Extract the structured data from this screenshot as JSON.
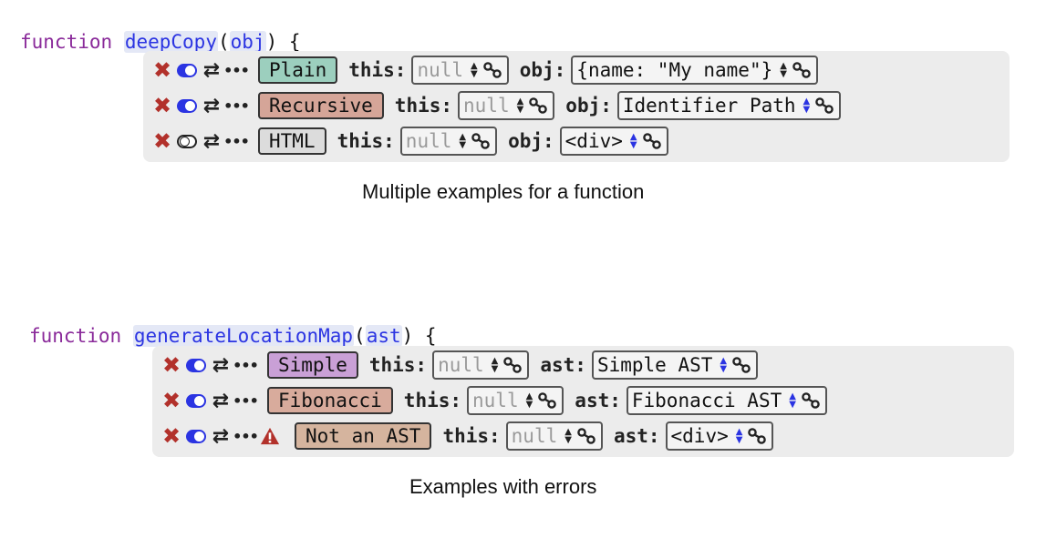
{
  "section1": {
    "keyword": "function",
    "function_name": "deepCopy",
    "param": "obj",
    "open_paren": "(",
    "close": ") {",
    "param_label": "obj:",
    "this_label": "this:",
    "caption": "Multiple examples for a function",
    "rows": [
      {
        "enabled": true,
        "name": "Plain",
        "chip_color": "#9ccfbe",
        "this_value": "null",
        "arg_value": "{name: \"My name\"}",
        "arg_arrow_color": "dark"
      },
      {
        "enabled": true,
        "name": "Recursive",
        "chip_color": "#d5a598",
        "this_value": "null",
        "arg_value": "Identifier Path",
        "arg_arrow_color": "blue"
      },
      {
        "enabled": false,
        "name": "HTML",
        "chip_color": "#dcdcdc",
        "this_value": "null",
        "arg_value": "<div>",
        "arg_arrow_color": "blue"
      }
    ]
  },
  "section2": {
    "keyword": "function",
    "function_name": "generateLocationMap",
    "param": "ast",
    "open_paren": "(",
    "close": ") {",
    "param_label": "ast:",
    "this_label": "this:",
    "caption": "Examples with errors",
    "rows": [
      {
        "enabled": true,
        "error": false,
        "name": "Simple",
        "chip_color": "#c9a0d6",
        "this_value": "null",
        "arg_value": "Simple AST",
        "arg_arrow_color": "blue"
      },
      {
        "enabled": true,
        "error": false,
        "name": "Fibonacci",
        "chip_color": "#d8ab9c",
        "this_value": "null",
        "arg_value": "Fibonacci AST",
        "arg_arrow_color": "blue"
      },
      {
        "enabled": true,
        "error": true,
        "name": "Not an AST",
        "chip_color": "#d5b49e",
        "this_value": "null",
        "arg_value": "<div>",
        "arg_arrow_color": "blue"
      }
    ]
  },
  "icons": {
    "delete": "close-icon",
    "toggle": "toggle-icon",
    "swap": "swap-arrows-icon",
    "more": "more-icon",
    "stepper": "up-down-icon",
    "link": "link-icon",
    "warning": "warning-icon"
  },
  "colors": {
    "keyword": "#8a2a9a",
    "identifier": "#2b34e2",
    "delete": "#b2312b",
    "warning": "#b2312b",
    "panel": "#ececec"
  }
}
